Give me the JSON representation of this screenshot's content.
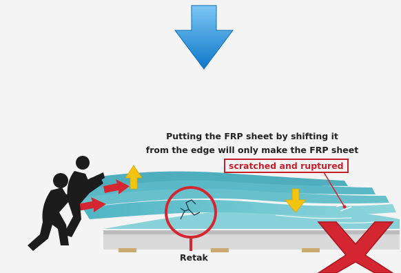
{
  "caption": {
    "line1": "Putting the FRP sheet by shifting it",
    "line2": "from the edge will only make the FRP sheet",
    "highlight": "scratched and ruptured"
  },
  "crack_label": "Retak",
  "colors": {
    "background": "#f4f4f4",
    "down_arrow": "#1e90e0",
    "sheet": "#5fc6cf",
    "red": "#d32630",
    "yellow": "#f2c40f",
    "figure": "#1c1c1c",
    "support": "#c9a96e"
  },
  "icons": [
    "down-arrow-icon",
    "person-icon",
    "red-x-icon",
    "crack-circle-icon"
  ]
}
